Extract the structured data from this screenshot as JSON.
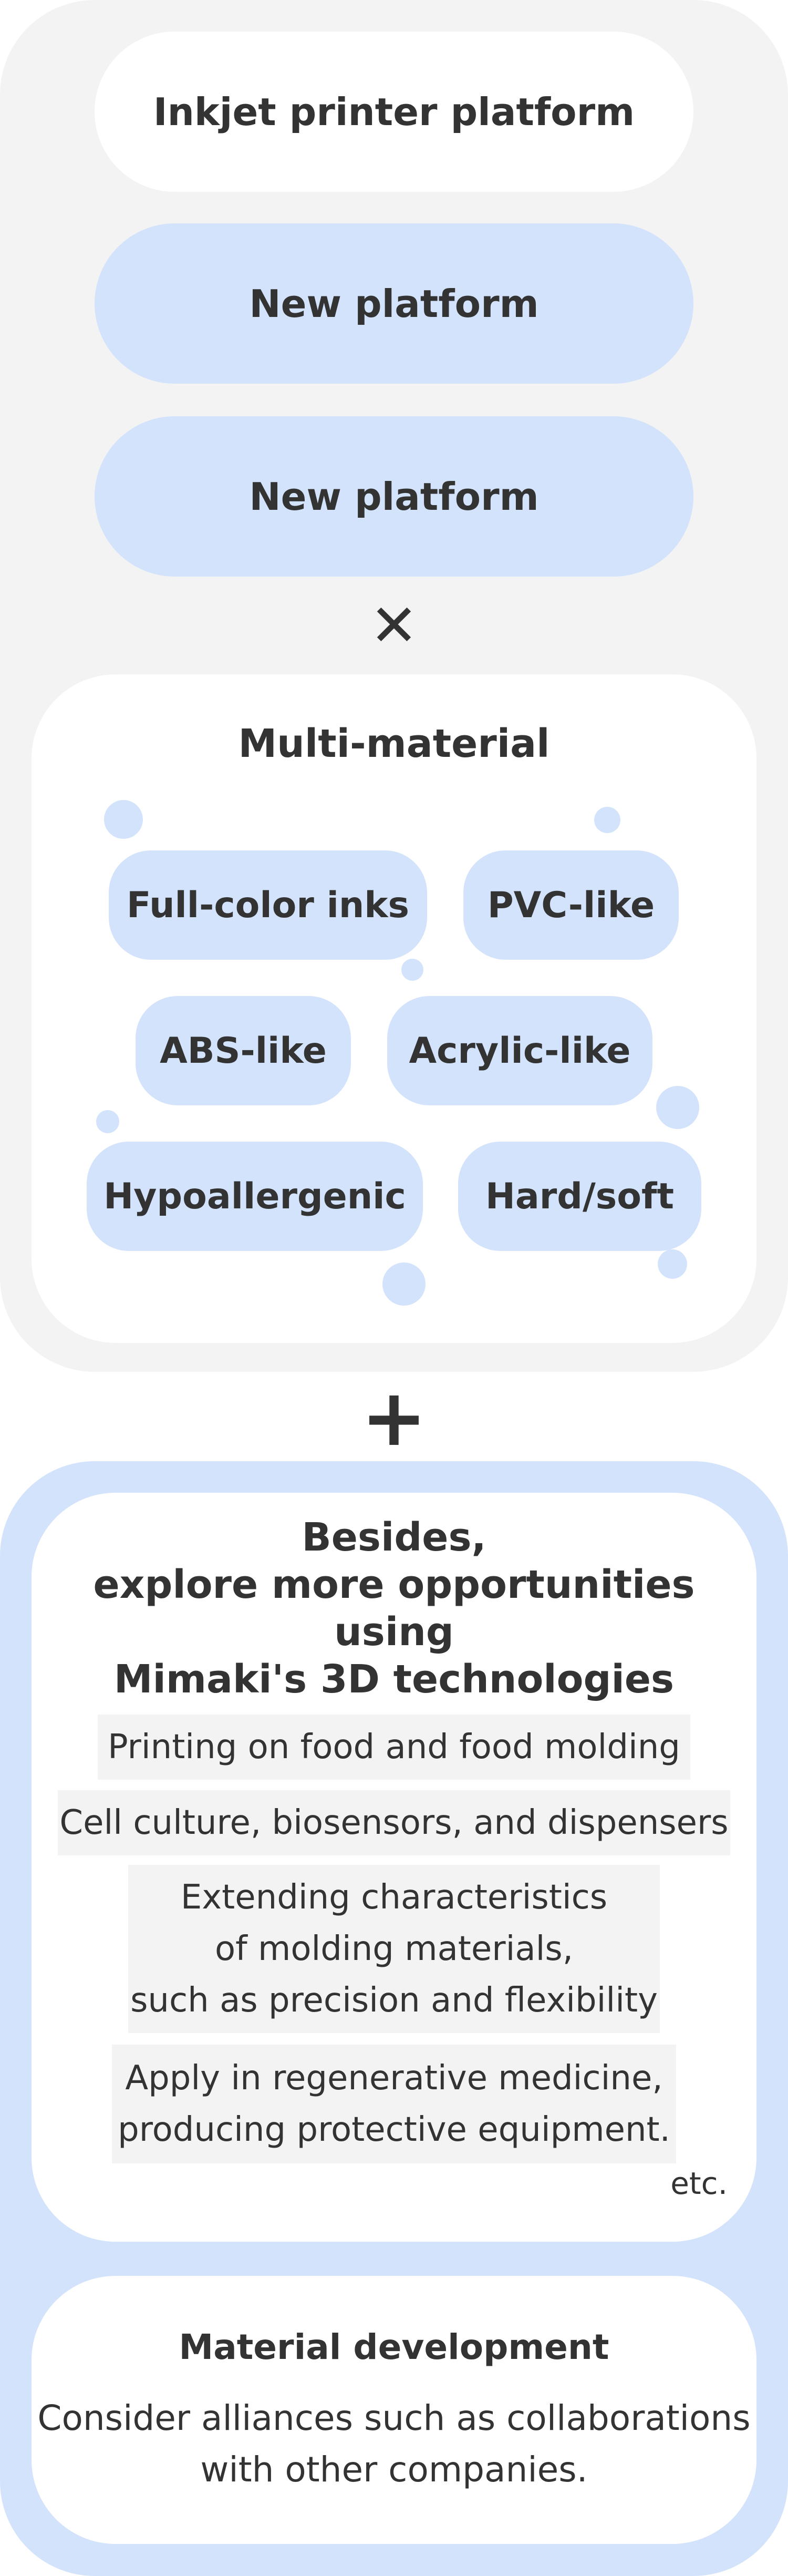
{
  "top": {
    "platform": "Inkjet printer platform",
    "new_platform_1": "New platform",
    "new_platform_2": "New platform",
    "times_symbol": "✕"
  },
  "multi_material": {
    "title": "Multi-material",
    "tags": [
      "Full-color inks",
      "PVC-like",
      "ABS-like",
      "Acrylic-like",
      "Hypoallergenic",
      "Hard/soft"
    ]
  },
  "plus_symbol": "+",
  "besides": {
    "title_lines": [
      "Besides,",
      "explore more opportunities using",
      "Mimaki's 3D technologies"
    ],
    "opportunities": [
      {
        "lines": [
          "Printing on food and food molding"
        ]
      },
      {
        "lines": [
          "Cell culture, biosensors, and dispensers"
        ]
      },
      {
        "lines": [
          "Extending characteristics",
          "of molding materials,",
          "such as precision and flexibility"
        ]
      },
      {
        "lines": [
          "Apply in regenerative medicine,",
          "producing protective equipment."
        ]
      }
    ],
    "etc": "etc."
  },
  "material_development": {
    "title": "Material development",
    "text_lines": [
      "Consider alliances such as collaborations",
      "with other companies."
    ]
  },
  "colors": {
    "panel_grey": "#f3f3f3",
    "accent_blue": "#d3e3fc",
    "text": "#333333"
  }
}
